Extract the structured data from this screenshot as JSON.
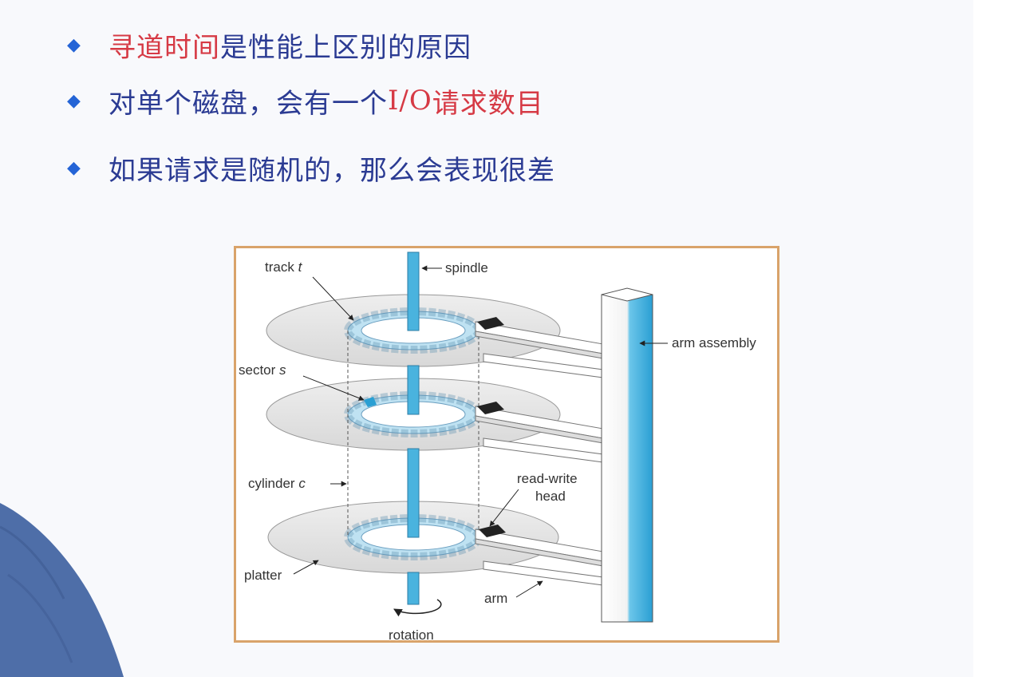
{
  "bullets": [
    {
      "highlight": "寻道时间",
      "rest": "是性能上区别的原因"
    },
    {
      "pre": "对单个磁盘，会有一个",
      "mono": "I/O",
      "highlight": "请求数目"
    },
    {
      "text": "如果请求是随机的，那么会表现很差"
    }
  ],
  "diagram": {
    "labels": {
      "track": "track",
      "track_var": "t",
      "spindle": "spindle",
      "arm_assembly": "arm assembly",
      "sector": "sector",
      "sector_var": "s",
      "cylinder": "cylinder",
      "cylinder_var": "c",
      "read_write": "read-write",
      "head": "head",
      "platter": "platter",
      "arm": "arm",
      "rotation": "rotation"
    }
  },
  "colors": {
    "heading_blue": "#2b3b93",
    "highlight_red": "#d63a45",
    "bullet_blue": "#2464d6",
    "frame": "#d9a36a",
    "spindle_blue": "#3fa9d6"
  }
}
